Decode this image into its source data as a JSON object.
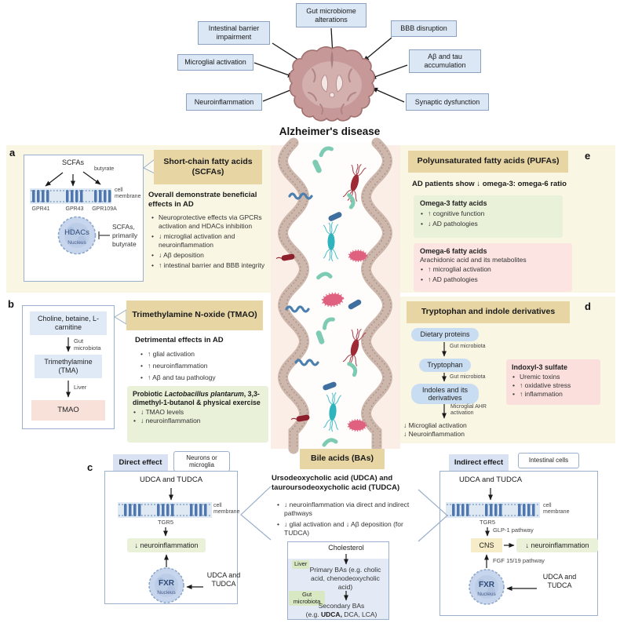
{
  "colors": {
    "panel_yellow": "#faf6e4",
    "tan_header": "#e7d5a4",
    "strip_pink": "#fbeee7",
    "blue_box": "#dbe7f5",
    "green_box": "#e9f1d9",
    "pink_box": "#fbe4e1",
    "membrane_blue": "#4f76ad",
    "brain_pink": "#c69897"
  },
  "top": {
    "labels": [
      "Gut microbiome alterations",
      "Intestinal barrier impairment",
      "BBB disruption",
      "Microglial activation",
      "Aβ and tau accumulation",
      "Neuroinflammation",
      "Synaptic dysfunction"
    ],
    "title": "Alzheimer's disease"
  },
  "panel_a": {
    "letter": "a",
    "header": "Short-chain fatty acids (SCFAs)",
    "diagram": {
      "scfas": "SCFAs",
      "butyrate": "butyrate",
      "cell_membrane": "cell membrane",
      "receptors": [
        "GPR41",
        "GPR43",
        "GPR109A"
      ],
      "hdacs": "HDACs",
      "nucleus": "Nucleus",
      "inhibitor": "SCFAs, primarily butyrate"
    },
    "subtitle": "Overall demonstrate beneficial effects in AD",
    "bullets": [
      "Neuroprotective effects via GPCRs activation and HDACs inhibition",
      "↓ microglial activation and neuroinflammation",
      "↓ Aβ deposition",
      "↑ intestinal barrier and BBB integrity"
    ]
  },
  "panel_b": {
    "letter": "b",
    "header": "Trimethylamine N-oxide (TMAO)",
    "flow": {
      "step1": "Choline, betaine, L-carnitine",
      "arrow1": "Gut microbiota",
      "step2": "Trimethylamine (TMA)",
      "arrow2": "Liver",
      "step3": "TMAO"
    },
    "subtitle": "Detrimental effects in AD",
    "bullets": [
      "↑ glial activation",
      "↑ neuroinflammation",
      "↑ Aβ and tau pathology"
    ],
    "probiotic": {
      "pre": "Probiotic ",
      "species": "Lactobacillus plantarum",
      "post": ", 3,3-dimethyl-1-butanol & physical exercise",
      "bullets": [
        "↓ TMAO levels",
        "↓ neuroinflammation"
      ]
    }
  },
  "panel_e": {
    "letter": "e",
    "header": "Polyunsaturated fatty acids (PUFAs)",
    "subtitle": "AD patients show ↓ omega-3: omega-6 ratio",
    "omega3": {
      "title": "Omega-3 fatty acids",
      "bullets": [
        "↑ cognitive function",
        "↓ AD pathologies"
      ]
    },
    "omega6": {
      "title": "Omega-6 fatty acids",
      "note": "Arachidonic acid and its metabolites",
      "bullets": [
        "↑ microglial activation",
        "↑ AD pathologies"
      ]
    }
  },
  "panel_d": {
    "letter": "d",
    "header": "Tryptophan and indole derivatives",
    "flow": {
      "step1": "Dietary proteins",
      "arrow1": "Gut microbiota",
      "step2": "Tryptophan",
      "arrow2": "Gut microbiota",
      "step3": "Indoles and its derivatives",
      "arrow3": "Microglial AHR activation",
      "result1": "↓ Microglial activation",
      "result2": "↓ Neuroinflammation"
    },
    "indoxyl": {
      "title": "Indoxyl-3 sulfate",
      "bullets": [
        "Uremic toxins",
        "↑ oxidative stress",
        "↑ inflammation"
      ]
    }
  },
  "panel_c": {
    "letter": "c",
    "header": "Bile acids (BAs)",
    "subtitle": "Ursodeoxycholic acid (UDCA) and tauroursodeoxycholic acid (TUDCA)",
    "bullets": [
      "↓ neuroinflammation via direct and indirect pathways",
      "↓ glial activation and ↓ Aβ deposition (for TUDCA)"
    ],
    "direct": {
      "title": "Direct effect",
      "cells": "Neurons or microglia",
      "input": "UDCA and TUDCA",
      "receptor": "TGR5",
      "cell_membrane": "cell membrane",
      "result": "↓ neuroinflammation",
      "fxr": "FXR",
      "nucleus": "Nucleus",
      "input2": "UDCA and TUDCA"
    },
    "indirect": {
      "title": "Indirect effect",
      "cells": "Intestinal cells",
      "input": "UDCA and TUDCA",
      "receptor": "TGR5",
      "cell_membrane": "cell membrane",
      "glp": "GLP-1 pathway",
      "cns": "CNS",
      "result": "↓ neuroinflammation",
      "fgf": "FGF 15/19 pathway",
      "fxr": "FXR",
      "nucleus": "Nucleus",
      "input2": "UDCA and TUDCA"
    },
    "synthesis": {
      "step1": "Cholesterol",
      "label1": "Liver",
      "step2": "Primary BAs (e.g. cholic acid, chenodeoxycholic acid)",
      "label2": "Gut microbiota",
      "step3_line1": "Secondary BAs",
      "step3_pre": "(e.g. ",
      "step3_bold": "UDCA,",
      "step3_post": " DCA, LCA)"
    }
  }
}
